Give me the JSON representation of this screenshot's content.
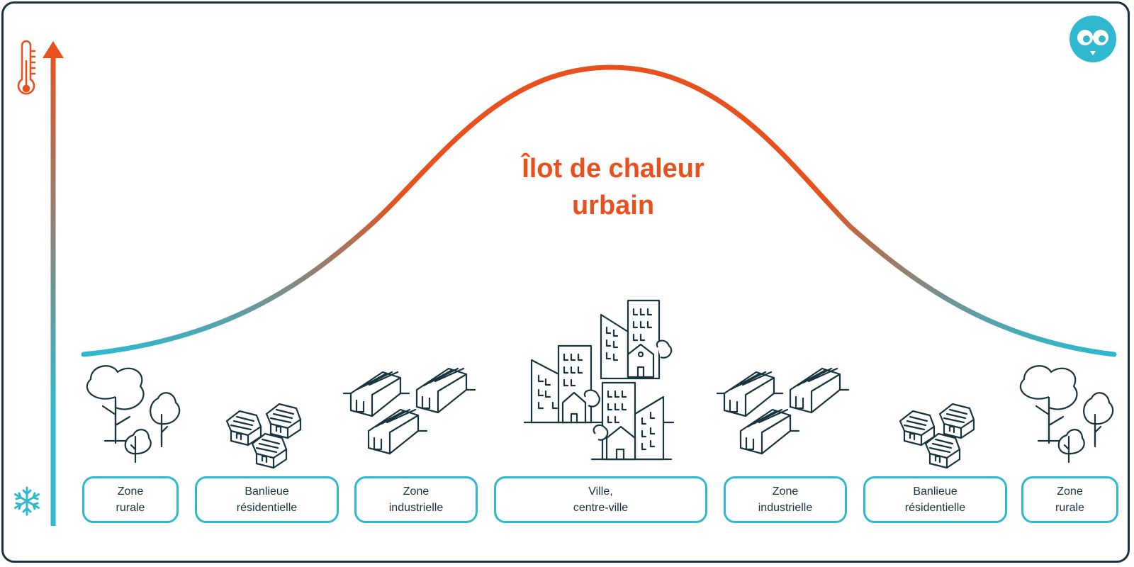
{
  "title": {
    "line1": "Îlot de chaleur",
    "line2": "urbain"
  },
  "zones": [
    {
      "line1": "Zone",
      "line2": "rurale"
    },
    {
      "line1": "Banlieue",
      "line2": "résidentielle"
    },
    {
      "line1": "Zone",
      "line2": "industrielle"
    },
    {
      "line1": "Ville,",
      "line2": "centre-ville"
    },
    {
      "line1": "Zone",
      "line2": "industrielle"
    },
    {
      "line1": "Banlieue",
      "line2": "résidentielle"
    },
    {
      "line1": "Zone",
      "line2": "rurale"
    }
  ],
  "icons": {
    "hot": "thermometer-icon",
    "cold": "snowflake-icon",
    "brand": "owl-logo-icon"
  },
  "colors": {
    "hot": "#e8501e",
    "cold": "#2fb8cf",
    "ink": "#17343f",
    "frame": "#17343f"
  }
}
